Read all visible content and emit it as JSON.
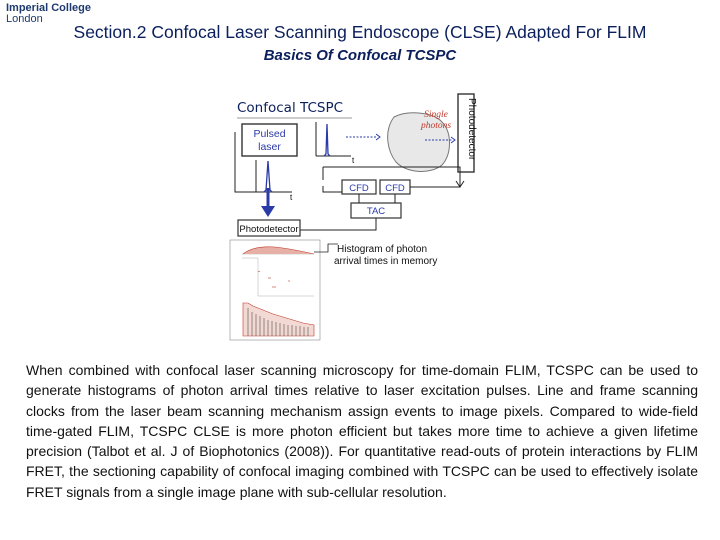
{
  "logo": {
    "line1": "Imperial College",
    "line2": "London"
  },
  "title": "Section.2 Confocal Laser Scanning Endoscope (CLSE) Adapted For FLIM",
  "subtitle": "Basics Of  Confocal TCSPC",
  "figure": {
    "caption": "Confocal TCSPC",
    "pulsed_laser": [
      "Pulsed",
      "laser"
    ],
    "single_photons": [
      "Single",
      "photons"
    ],
    "photodetector_vertical": "Photodetector",
    "cfd_left": "CFD",
    "cfd_right": "CFD",
    "tac": "TAC",
    "photodetector_box": "Photodetector",
    "histogram_label": [
      "Histogram of photon",
      "arrival times in memory"
    ],
    "t_label_1": "t",
    "t_label_2": "t"
  },
  "body": "When combined with confocal laser scanning microscopy for time-domain FLIM, TCSPC can be used to generate histograms of photon arrival times relative to laser excitation pulses. Line and frame scanning clocks from the laser beam scanning mechanism assign events to image pixels. Compared to wide-field time-gated FLIM, TCSPC CLSE is more photon efficient but takes more time to achieve a given lifetime precision (Talbot et al. J of Biophotonics (2008)). For quantitative read-outs of protein interactions by FLIM FRET, the sectioning capability of confocal imaging combined with TCSPC can be used to effectively isolate FRET signals from a single image plane with  sub-cellular resolution.",
  "colors": {
    "title": "#0b1f5c",
    "box_text": "#2a3aa8",
    "single_photons": "#c0392b",
    "arrow_blue": "#2a3aa8"
  }
}
